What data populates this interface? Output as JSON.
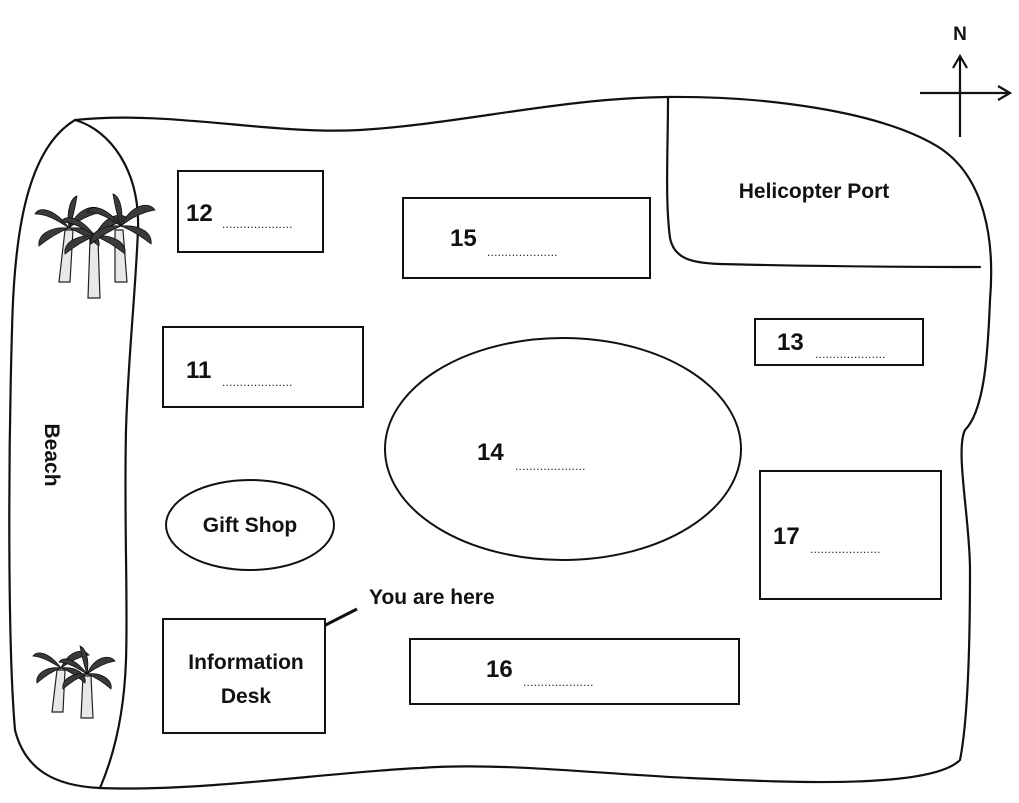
{
  "compass": {
    "north_label": "N"
  },
  "areas": {
    "beach": "Beach",
    "helicopter_port": "Helicopter Port",
    "gift_shop": "Gift Shop",
    "information_desk_line1": "Information",
    "information_desk_line2": "Desk",
    "you_are_here": "You are here"
  },
  "questions": {
    "q11": "11",
    "q12": "12",
    "q13": "13",
    "q14": "14",
    "q15": "15",
    "q16": "16",
    "q17": "17"
  },
  "answer_blank": "....................",
  "icons": {
    "palms_top": "palm-tree-cluster-icon",
    "palms_bottom": "palm-tree-cluster-icon",
    "you_are_here_arrow": "arrow-icon",
    "compass": "compass-icon"
  }
}
